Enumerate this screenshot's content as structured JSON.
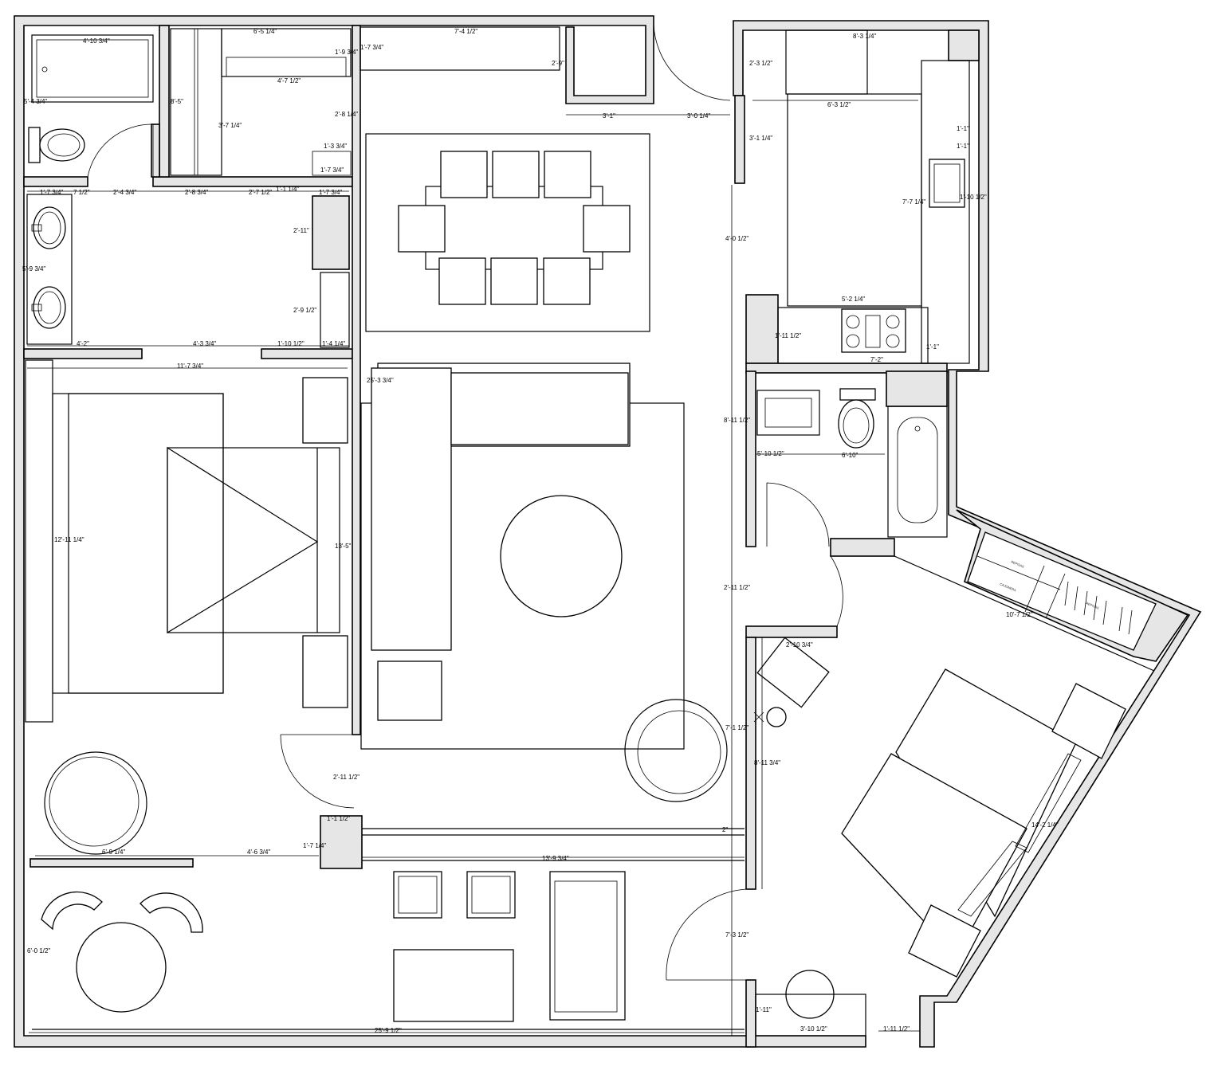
{
  "plan": {
    "dimensions": [
      {
        "id": "d1",
        "text": "4'-10 3/4\""
      },
      {
        "id": "d2",
        "text": "5'-4 3/4\""
      },
      {
        "id": "d3",
        "text": "6'-5 1/4\""
      },
      {
        "id": "d4",
        "text": "1'-9 3/4\""
      },
      {
        "id": "d5",
        "text": "4'-7 1/2\""
      },
      {
        "id": "d6",
        "text": "3'-7 1/4\""
      },
      {
        "id": "d7",
        "text": "8'-5\""
      },
      {
        "id": "d8",
        "text": "2'-8 1/4\""
      },
      {
        "id": "d9",
        "text": "1'-3 3/4\""
      },
      {
        "id": "d10",
        "text": "1'-7 3/4\""
      },
      {
        "id": "d11",
        "text": "1'-7 3/4\""
      },
      {
        "id": "d12",
        "text": "7 1/2\""
      },
      {
        "id": "d13",
        "text": "2'-4 3/4\""
      },
      {
        "id": "d14",
        "text": "2'-8 3/4\""
      },
      {
        "id": "d15",
        "text": "2'-7 1/2\""
      },
      {
        "id": "d16",
        "text": "1'-1 1/4\""
      },
      {
        "id": "d17",
        "text": "1'-7 3/4\""
      },
      {
        "id": "d18",
        "text": "5'-9 3/4\""
      },
      {
        "id": "d19",
        "text": "2'-11\""
      },
      {
        "id": "d20",
        "text": "2'-9 1/2\""
      },
      {
        "id": "d21",
        "text": "4'-2\""
      },
      {
        "id": "d22",
        "text": "4'-3 3/4\""
      },
      {
        "id": "d23",
        "text": "1'-10 1/2\""
      },
      {
        "id": "d24",
        "text": "1'-4 1/4\""
      },
      {
        "id": "d25",
        "text": "11'-7 3/4\""
      },
      {
        "id": "d26",
        "text": "12'-11 1/4\""
      },
      {
        "id": "d27",
        "text": "13'-5\""
      },
      {
        "id": "d28",
        "text": "1'-7 3/4\""
      },
      {
        "id": "d29",
        "text": "7'-4 1/2\""
      },
      {
        "id": "d30",
        "text": "2'-9\""
      },
      {
        "id": "d31",
        "text": "3'-1\""
      },
      {
        "id": "d32",
        "text": "3'-0 1/4\""
      },
      {
        "id": "d33",
        "text": "4'-0 1/2\""
      },
      {
        "id": "d34",
        "text": "25'-3 3/4\""
      },
      {
        "id": "d35",
        "text": "8'-11 1/2\""
      },
      {
        "id": "d36",
        "text": "2'-11 1/2\""
      },
      {
        "id": "d37",
        "text": "7'-1 1/2\""
      },
      {
        "id": "d38",
        "text": "8'-11 3/4\""
      },
      {
        "id": "d39",
        "text": "2'-11 1/2\""
      },
      {
        "id": "d40",
        "text": "1'-1 1/2\""
      },
      {
        "id": "d41",
        "text": "1'-7 1/4\""
      },
      {
        "id": "d42",
        "text": "6'-9 1/4\""
      },
      {
        "id": "d43",
        "text": "4'-6 3/4\""
      },
      {
        "id": "d44",
        "text": "13'-9 3/4\""
      },
      {
        "id": "d45",
        "text": "2\""
      },
      {
        "id": "d46",
        "text": "6'-0 1/2\""
      },
      {
        "id": "d47",
        "text": "25'-9 1/2\""
      },
      {
        "id": "d48",
        "text": "7'-3 1/2\""
      },
      {
        "id": "d49",
        "text": "1'-11\""
      },
      {
        "id": "d50",
        "text": "3'-10 1/2\""
      },
      {
        "id": "d51",
        "text": "1'-11 1/2\""
      },
      {
        "id": "d52",
        "text": "8'-3 1/4\""
      },
      {
        "id": "d53",
        "text": "2'-3 1/2\""
      },
      {
        "id": "d54",
        "text": "6'-3 1/2\""
      },
      {
        "id": "d55",
        "text": "3'-1 1/4\""
      },
      {
        "id": "d56",
        "text": "1'-1\""
      },
      {
        "id": "d57",
        "text": "1'-10 1/2\""
      },
      {
        "id": "d58",
        "text": "7'-7 1/4\""
      },
      {
        "id": "d59",
        "text": "5'-2 1/4\""
      },
      {
        "id": "d60",
        "text": "1'-11 1/2\""
      },
      {
        "id": "d61",
        "text": "7'-2\""
      },
      {
        "id": "d62",
        "text": "1'-1\""
      },
      {
        "id": "d63",
        "text": "5'-10 1/2\""
      },
      {
        "id": "d64",
        "text": "6'-10\""
      },
      {
        "id": "d65",
        "text": "10'-7 1/2\""
      },
      {
        "id": "d66",
        "text": "2'-10 3/4\""
      },
      {
        "id": "d67",
        "text": "14'-2 1/4\""
      },
      {
        "id": "d68",
        "text": "1'-1\""
      }
    ],
    "closet_labels": [
      "REPISAS",
      "CAJONERA",
      "REPISAS"
    ]
  }
}
